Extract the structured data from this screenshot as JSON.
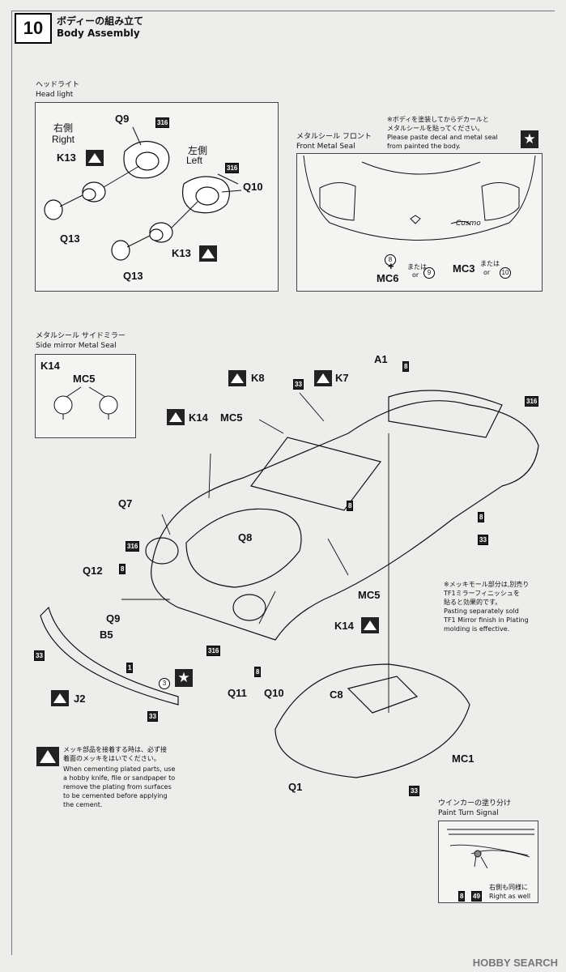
{
  "step": {
    "number": "10",
    "title_jp": "ボディーの組み立て",
    "title_en": "Body Assembly"
  },
  "headlight": {
    "title_jp": "ヘッドライト",
    "title_en": "Head light",
    "right_jp": "右側",
    "right_en": "Right",
    "left_jp": "左側",
    "left_en": "Left",
    "parts": {
      "q9": "Q9",
      "q10": "Q10",
      "k13a": "K13",
      "k13b": "K13",
      "q13a": "Q13",
      "q13b": "Q13",
      "c316a": "316",
      "c316b": "316"
    }
  },
  "front_seal": {
    "note_jp1": "※ボディを塗装してからデカールと",
    "note_jp2": "メタルシールを貼ってください。",
    "note_en1": "Please paste decal and metal seal",
    "note_en2": "from painted the body.",
    "title_jp": "メタルシール フロント",
    "title_en": "Front Metal Seal",
    "c8": "8",
    "plus": "+",
    "mc6": "MC6",
    "mata": "または",
    "or": "or",
    "c9": "9",
    "mc3": "MC3",
    "c10": "10",
    "emblem_text": "Cosmo"
  },
  "mirror_seal": {
    "title_jp": "メタルシール サイドミラー",
    "title_en": "Side mirror Metal Seal",
    "k14": "K14",
    "mc5": "MC5"
  },
  "main": {
    "labels": {
      "a1": "A1",
      "k8": "K8",
      "k7": "K7",
      "k14a": "K14",
      "mc5a": "MC5",
      "q7": "Q7",
      "q8": "Q8",
      "q12": "Q12",
      "q9": "Q9",
      "b5": "B5",
      "j2": "J2",
      "q11": "Q11",
      "q10": "Q10",
      "mc5b": "MC5",
      "k14b": "K14",
      "c8": "C8",
      "mc1": "MC1",
      "q1": "Q1",
      "b1": "1",
      "c3": "3"
    },
    "tags": {
      "t33a": "33",
      "t8a": "8",
      "t316a": "316",
      "t8b": "8",
      "t8c": "8",
      "t33b": "33",
      "t316b": "316",
      "t8d": "8",
      "t33c": "33",
      "t316c": "316",
      "t8e": "8",
      "t33d": "33",
      "t33e": "33"
    }
  },
  "plating_note": {
    "jp1": "※メッキモール部分は,別売り",
    "jp2": "TF1ミラーフィニッシュを",
    "jp3": "貼ると効果的です。",
    "en1": "Pasting separately sold",
    "en2": "TF1 Mirror finish in Plating",
    "en3": "molding is effective."
  },
  "cement_note": {
    "jp1": "メッキ部品を接着する時は、必ず接",
    "jp2": "着面のメッキをはいでください。",
    "en1": "When cementing plated parts, use",
    "en2": "a hobby knife, file or sandpaper to",
    "en3": "remove the plating from surfaces",
    "en4": "to be cemented before applying",
    "en5": "the cement."
  },
  "turn_signal": {
    "title_jp": "ウインカーの塗り分け",
    "title_en": "Paint Turn Signal",
    "c8": "8",
    "c49": "49",
    "same_jp": "右側も同様に",
    "same_en": "Right as well"
  },
  "watermark": "HOBBY SEARCH"
}
